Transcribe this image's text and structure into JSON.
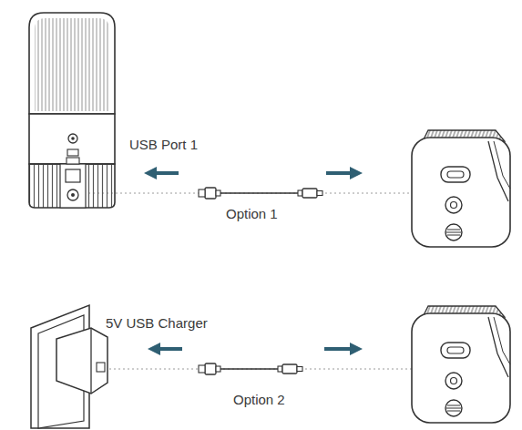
{
  "diagram": {
    "labels": [
      "USB Port 1",
      "Option 1",
      "5V USB Charger",
      "Option 2"
    ]
  }
}
